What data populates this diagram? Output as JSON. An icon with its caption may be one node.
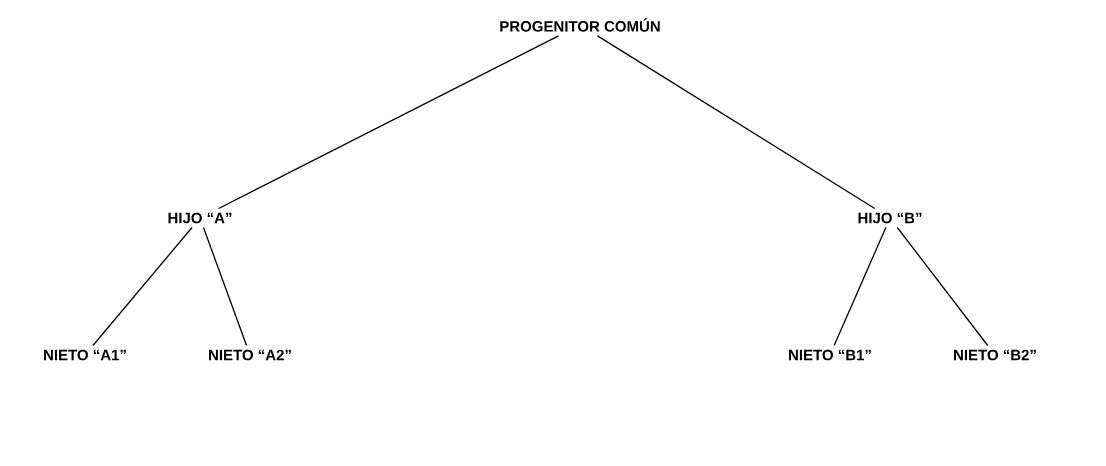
{
  "diagram": {
    "nodes": [
      {
        "text": [
          "PROGENITOR COMÚN"
        ]
      },
      {
        "text": [
          "HIJO “A”"
        ]
      },
      {
        "text": [
          "HIJO “B”"
        ]
      },
      {
        "text": [
          "NIETO “A1”"
        ]
      },
      {
        "text": [
          "NIETO “A2”"
        ]
      },
      {
        "text": [
          "NIETO “B1”"
        ]
      },
      {
        "text": [
          "NIETO “B2”"
        ]
      }
    ],
    "edges": [
      {
        "from": 0,
        "to": 1,
        "arrow": "none"
      },
      {
        "from": 0,
        "to": 2,
        "arrow": "none"
      },
      {
        "from": 1,
        "to": 3,
        "arrow": "none"
      },
      {
        "from": 1,
        "to": 4,
        "arrow": "none"
      },
      {
        "from": 2,
        "to": 5,
        "arrow": "none"
      },
      {
        "from": 2,
        "to": 6,
        "arrow": "none"
      }
    ]
  }
}
